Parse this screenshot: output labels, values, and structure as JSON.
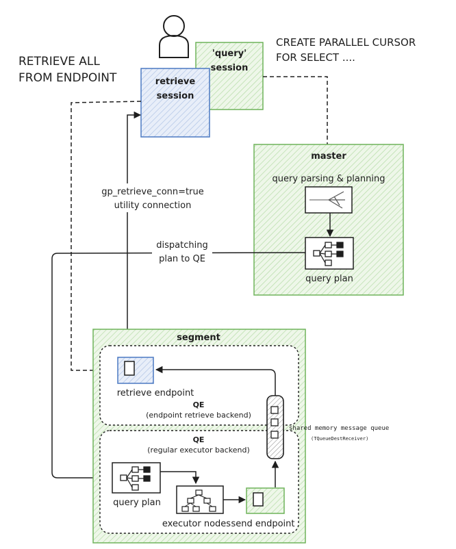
{
  "texts": {
    "retrieve_all": "RETRIEVE ALL",
    "from_endpoint": "FROM ENDPOINT",
    "create_parallel": "CREATE PARALLEL CURSOR",
    "for_select": "FOR SELECT ....",
    "query_session_1": "'query'",
    "query_session_2": "session",
    "retrieve_session_1": "retrieve",
    "retrieve_session_2": "session",
    "master": "master",
    "query_parsing": "query parsing & planning",
    "query_plan_master": "query plan",
    "dispatching_1": "dispatching",
    "dispatching_2": "plan to QE",
    "utility_1": "gp_retrieve_conn=true",
    "utility_2": "utility connection",
    "segment": "segment",
    "retrieve_endpoint": "retrieve endpoint",
    "qe_retrieve_1": "QE",
    "qe_retrieve_2": "(endpoint retrieve backend)",
    "shm_queue": "shared memory message queue",
    "shm_queue_sub": "(TQueueDestReceiver)",
    "qe_regular_1": "QE",
    "qe_regular_2": "(regular executor backend)",
    "query_plan_segment": "query plan",
    "executor_nodes": "executor nodes",
    "send_endpoint": "send endpoint"
  },
  "colors": {
    "green": "#6fb35a",
    "green_fill": "#eef7e9",
    "blue": "#4a78c2",
    "blue_fill": "#e8eef9",
    "ink": "#1e1e1e"
  }
}
